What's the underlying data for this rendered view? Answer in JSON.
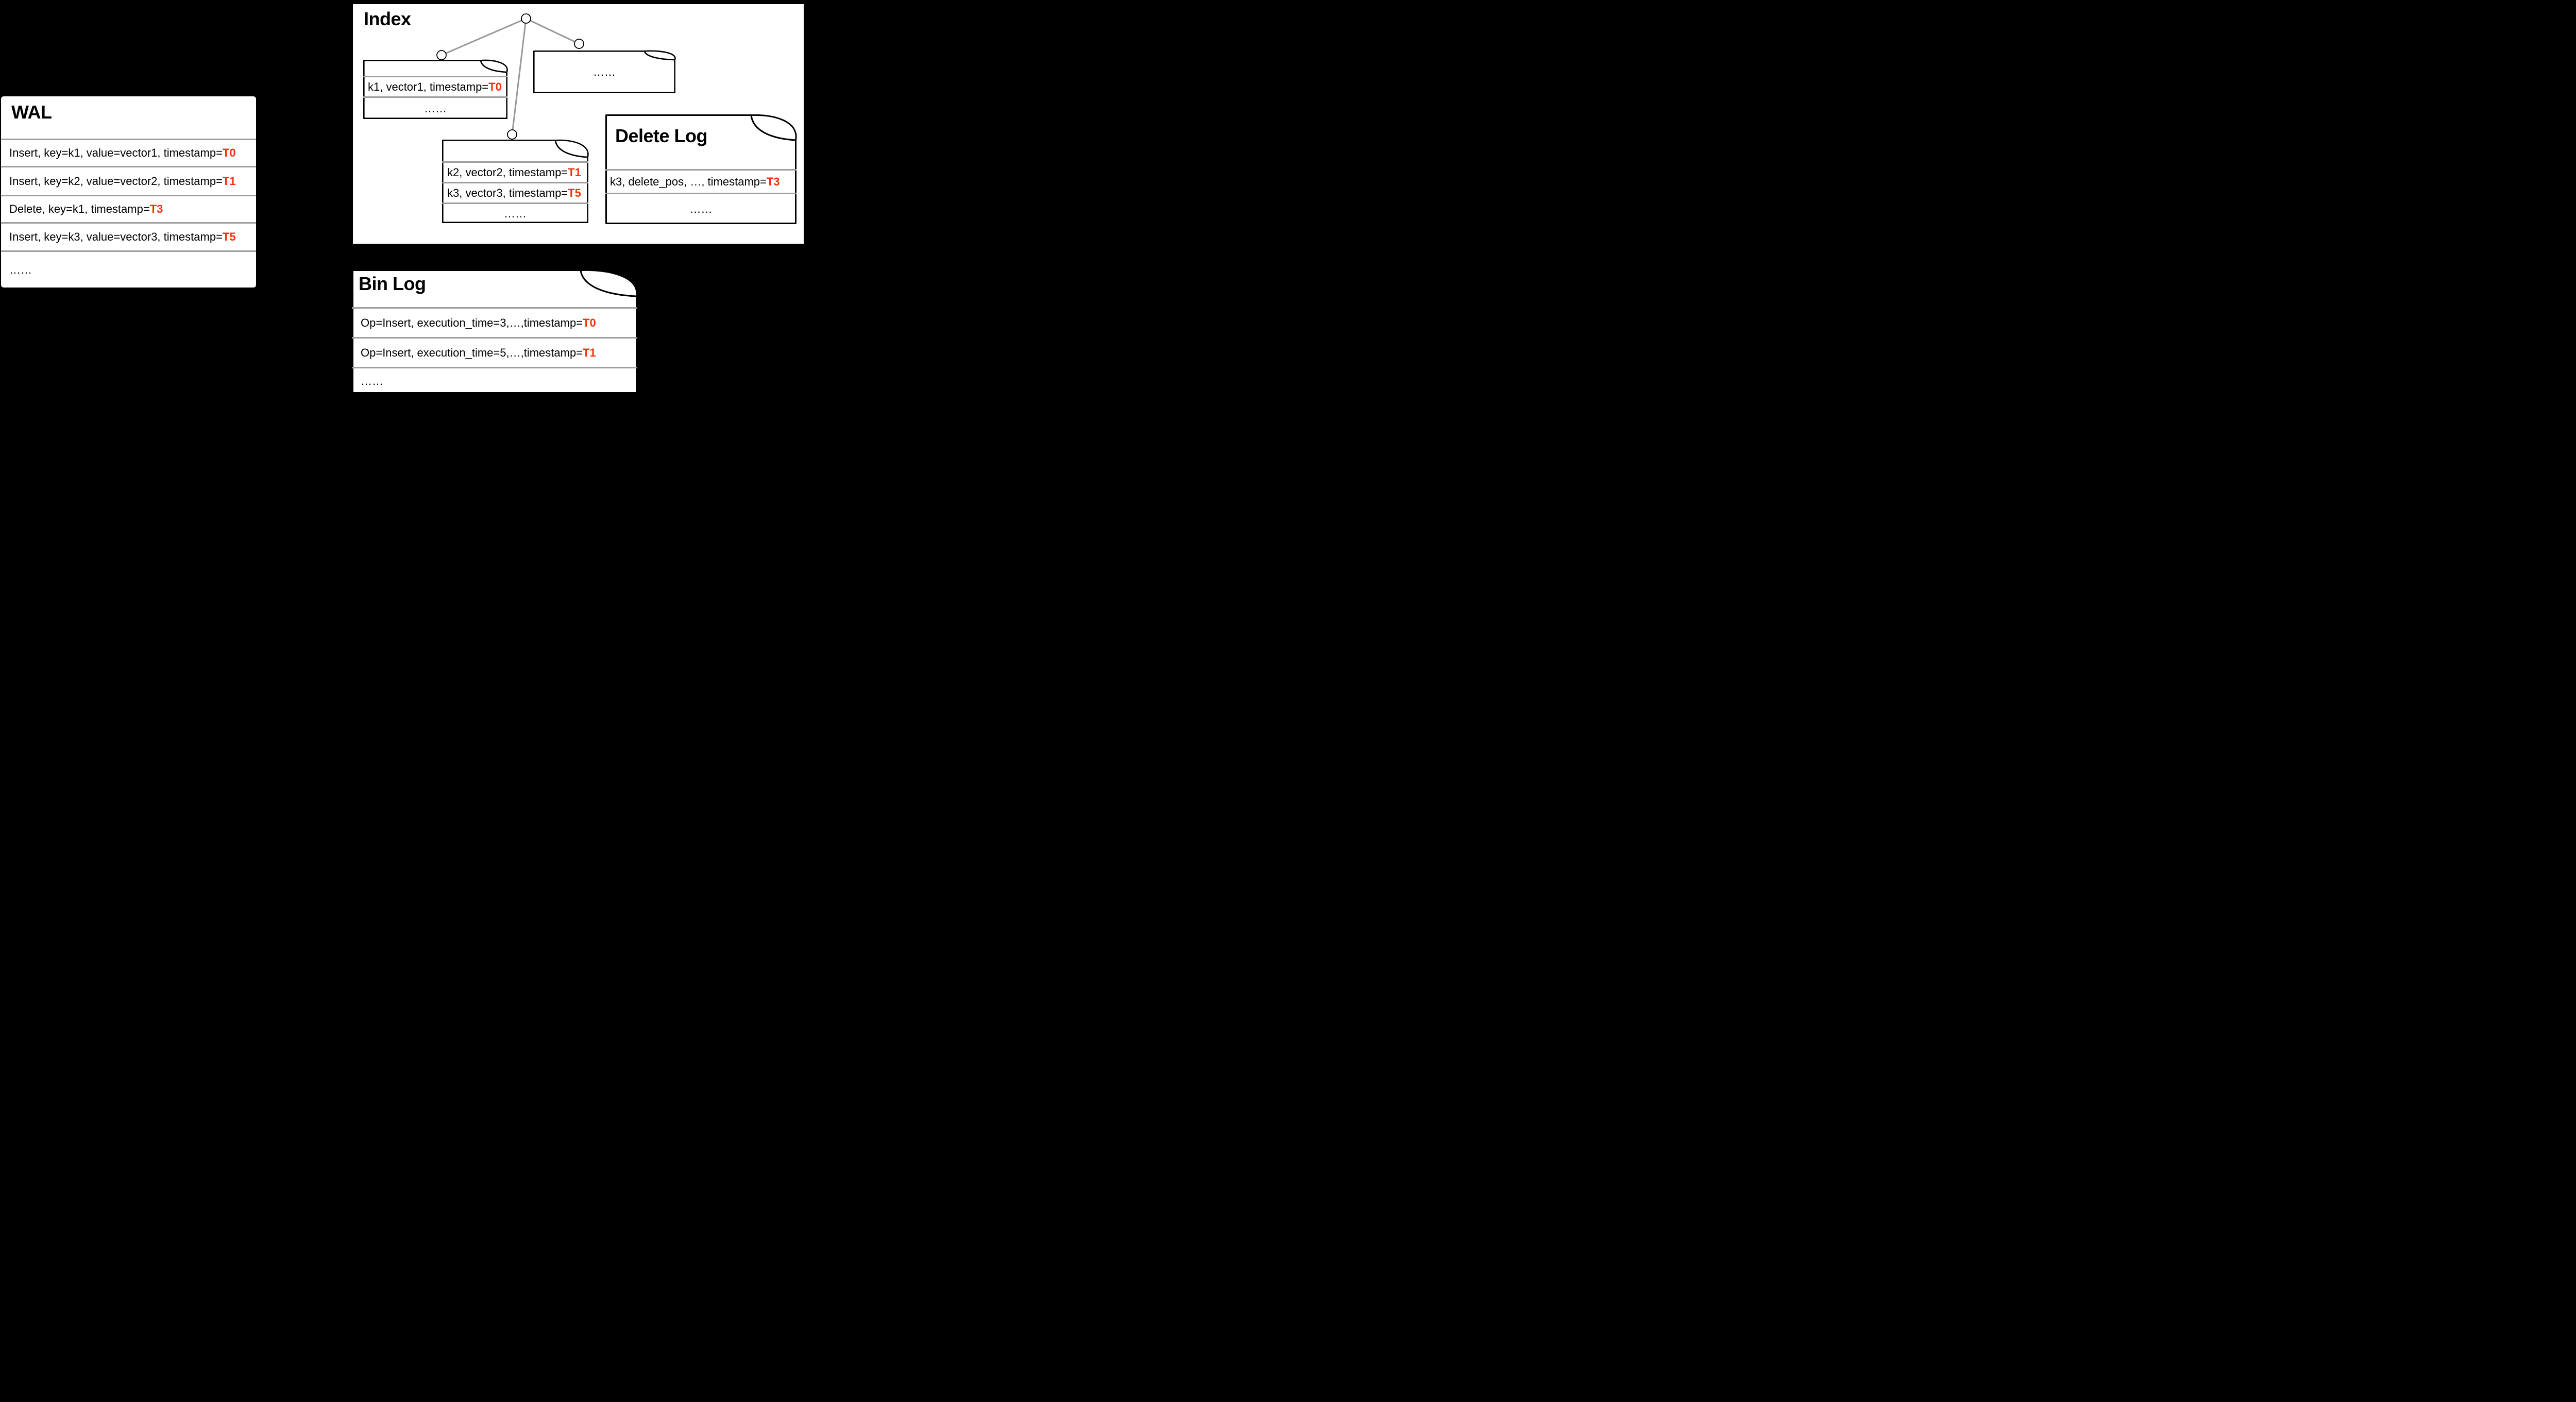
{
  "colors": {
    "background": "#000000",
    "surface": "#ffffff",
    "separator": "#9e9e9e",
    "tree_edge": "#999999",
    "outline": "#000000",
    "timestamp_red": "#f2320f"
  },
  "wal": {
    "title": "WAL",
    "rows": [
      {
        "prefix": "Insert, key=k1, value=vector1, timestamp=",
        "timestamp": "T0"
      },
      {
        "prefix": "Insert, key=k2, value=vector2, timestamp=",
        "timestamp": "T1"
      },
      {
        "prefix": "Delete, key=k1, timestamp=",
        "timestamp": "T3"
      },
      {
        "prefix": "Insert, key=k3, value=vector3, timestamp=",
        "timestamp": "T5"
      },
      {
        "prefix": "……",
        "timestamp": ""
      }
    ]
  },
  "index": {
    "title": "Index",
    "segment1": {
      "rows": [
        {
          "prefix": "k1, vector1, timestamp=",
          "timestamp": "T0"
        },
        {
          "prefix": "……",
          "timestamp": ""
        }
      ]
    },
    "segment2": {
      "rows": [
        {
          "prefix": "k2, vector2, timestamp=",
          "timestamp": "T1"
        },
        {
          "prefix": "k3, vector3, timestamp=",
          "timestamp": "T5"
        },
        {
          "prefix": "……",
          "timestamp": ""
        }
      ]
    },
    "segment3": {
      "rows": [
        {
          "prefix": "……",
          "timestamp": ""
        }
      ]
    }
  },
  "delete_log": {
    "title": "Delete Log",
    "rows": [
      {
        "prefix": "k3, delete_pos, …, timestamp=",
        "timestamp": "T3"
      },
      {
        "prefix": "……",
        "timestamp": ""
      }
    ]
  },
  "bin_log": {
    "title": "Bin Log",
    "rows": [
      {
        "prefix": "Op=Insert, execution_time=3,…,timestamp=",
        "timestamp": "T0"
      },
      {
        "prefix": "Op=Insert, execution_time=5,…,timestamp=",
        "timestamp": "T1"
      },
      {
        "prefix": "……",
        "timestamp": ""
      }
    ]
  }
}
